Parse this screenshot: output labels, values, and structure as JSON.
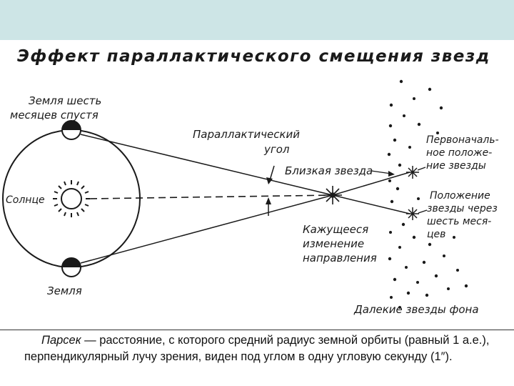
{
  "diagram": {
    "title": "Эффект параллактического смещения звезд",
    "labels": {
      "earth_six_months_line1": "Земля шесть",
      "earth_six_months_line2": "месяцев спустя",
      "sun": "Солнце",
      "earth": "Земля",
      "parallax_angle_line1": "Параллактический",
      "parallax_angle_line2": "угол",
      "near_star": "Близкая звезда",
      "apparent_change_line1": "Кажущееся",
      "apparent_change_line2": "изменение",
      "apparent_change_line3": "направления",
      "original_position_line1": "Первоначаль-",
      "original_position_line2": "ное положе-",
      "original_position_line3": "ние звезды",
      "position_after_line1": "Положение",
      "position_after_line2": "звезды через",
      "position_after_line3": "шесть меся-",
      "position_after_line4": "цев",
      "distant_stars": "Далекие звезды фона"
    }
  },
  "caption": {
    "term": "Парсек",
    "text": " — расстояние, с которого средний радиус земной орбиты (равный 1 а.е.), перпендикулярный лучу зрения, виден под углом в одну угловую секунду (1″)."
  },
  "colors": {
    "header_bg": "#cde5e6",
    "ink": "#1a1a1a"
  }
}
